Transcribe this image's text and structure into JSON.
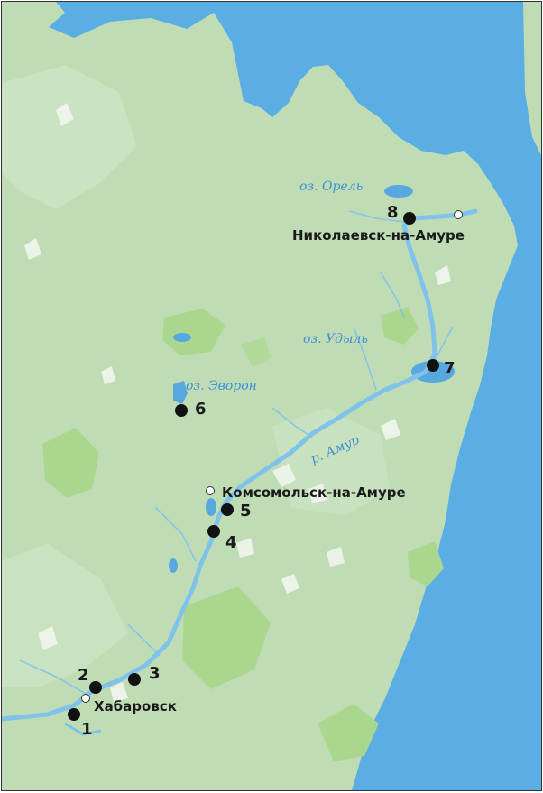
{
  "colors": {
    "sea": "#5aaee3",
    "land": "#bfdcb5",
    "land_light": "#d2e7c9",
    "forest": "#a9d78e",
    "river": "#7fc3ec",
    "lake": "#58a8e0",
    "marker": "#111111",
    "city_dot": "#ffffff",
    "water_label": "#3d8fd6"
  },
  "sites": [
    {
      "id": "1",
      "label": "1"
    },
    {
      "id": "2",
      "label": "2"
    },
    {
      "id": "3",
      "label": "3"
    },
    {
      "id": "4",
      "label": "4"
    },
    {
      "id": "5",
      "label": "5"
    },
    {
      "id": "6",
      "label": "6"
    },
    {
      "id": "7",
      "label": "7"
    },
    {
      "id": "8",
      "label": "8"
    }
  ],
  "cities": [
    {
      "id": "khabarovsk",
      "name": "Хабаровск"
    },
    {
      "id": "komsomolsk",
      "name": "Комсомольск-на-Амуре"
    },
    {
      "id": "nikolaevsk",
      "name": "Николаевск-на-Амуре"
    }
  ],
  "water_labels": {
    "orel": "оз. Орель",
    "udyl": "оз. Удыль",
    "evoron": "оз. Эворон",
    "amur": "р. Амур"
  }
}
